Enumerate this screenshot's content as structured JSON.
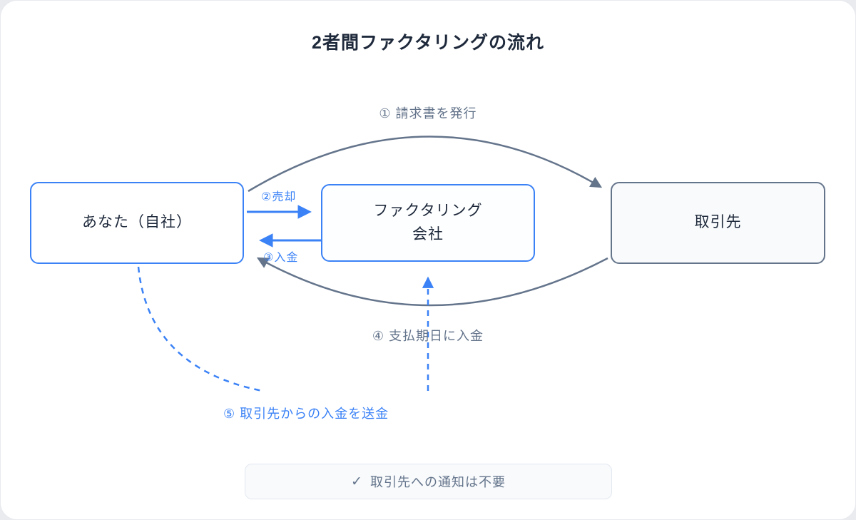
{
  "title": "2者間ファクタリングの流れ",
  "nodes": {
    "you": {
      "label": "あなた（自社）"
    },
    "factoring": {
      "lines": [
        "ファクタリング",
        "会社"
      ]
    },
    "client": {
      "label": "取引先"
    }
  },
  "arrows": {
    "step1": {
      "label": "① 請求書を発行",
      "from": "あなた（自社）",
      "to": "取引先",
      "style": "solid-gray-curve"
    },
    "step2": {
      "label": "②売却",
      "from": "あなた（自社）",
      "to": "ファクタリング会社",
      "style": "solid-blue"
    },
    "step3": {
      "label": "③入金",
      "from": "ファクタリング会社",
      "to": "あなた（自社）",
      "style": "solid-blue"
    },
    "step4": {
      "label": "④ 支払期日に入金",
      "from": "取引先",
      "to": "あなた（自社）",
      "style": "solid-gray-curve"
    },
    "step5": {
      "label": "⑤ 取引先からの入金を送金",
      "from": "あなた（自社）",
      "to": "ファクタリング会社",
      "style": "dashed-blue-curve"
    }
  },
  "note": {
    "icon": "✓",
    "text": "取引先への通知は不要"
  },
  "colors": {
    "accent_blue": "#3b82f6",
    "gray": "#64748b",
    "text_dark": "#1e293b",
    "box_gray_bg": "#f8fafc",
    "note_bg": "#f8fafc",
    "note_border": "#e2e8f0",
    "card_bg": "#ffffff"
  }
}
